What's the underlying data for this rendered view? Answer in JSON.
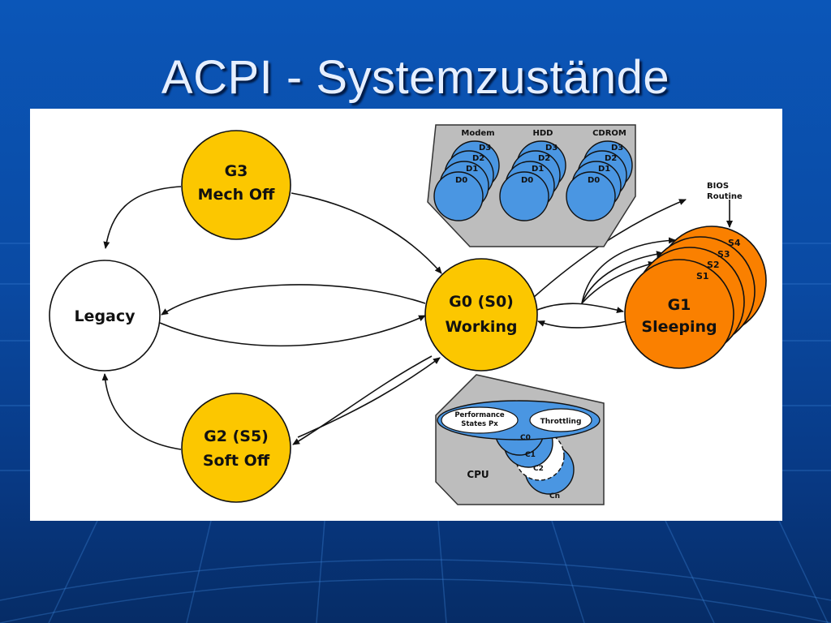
{
  "slide": {
    "title": "ACPI - Systemzustände"
  },
  "diagram": {
    "nodes": {
      "g3": {
        "line1": "G3",
        "line2": "Mech Off"
      },
      "legacy": {
        "label": "Legacy"
      },
      "g2": {
        "line1": "G2 (S5)",
        "line2": "Soft Off"
      },
      "g0": {
        "line1": "G0 (S0)",
        "line2": "Working"
      },
      "g1": {
        "line1": "G1",
        "line2": "Sleeping"
      }
    },
    "sleep_states": [
      "S4",
      "S3",
      "S2",
      "S1"
    ],
    "bios": {
      "line1": "BIOS",
      "line2": "Routine"
    },
    "devices": {
      "headers": [
        "Modem",
        "HDD",
        "CDROM"
      ],
      "states": [
        "D3",
        "D2",
        "D1",
        "D0"
      ]
    },
    "cpu": {
      "label": "CPU",
      "performance_line1": "Performance",
      "performance_line2": "States Px",
      "throttling": "Throttling",
      "cstates": [
        "C0",
        "C1",
        "C2",
        "Cn"
      ]
    },
    "colors": {
      "yellow": "#fcc700",
      "orange": "#fa8000",
      "blue": "#4a96e2",
      "gray": "#bdbdbd"
    }
  }
}
